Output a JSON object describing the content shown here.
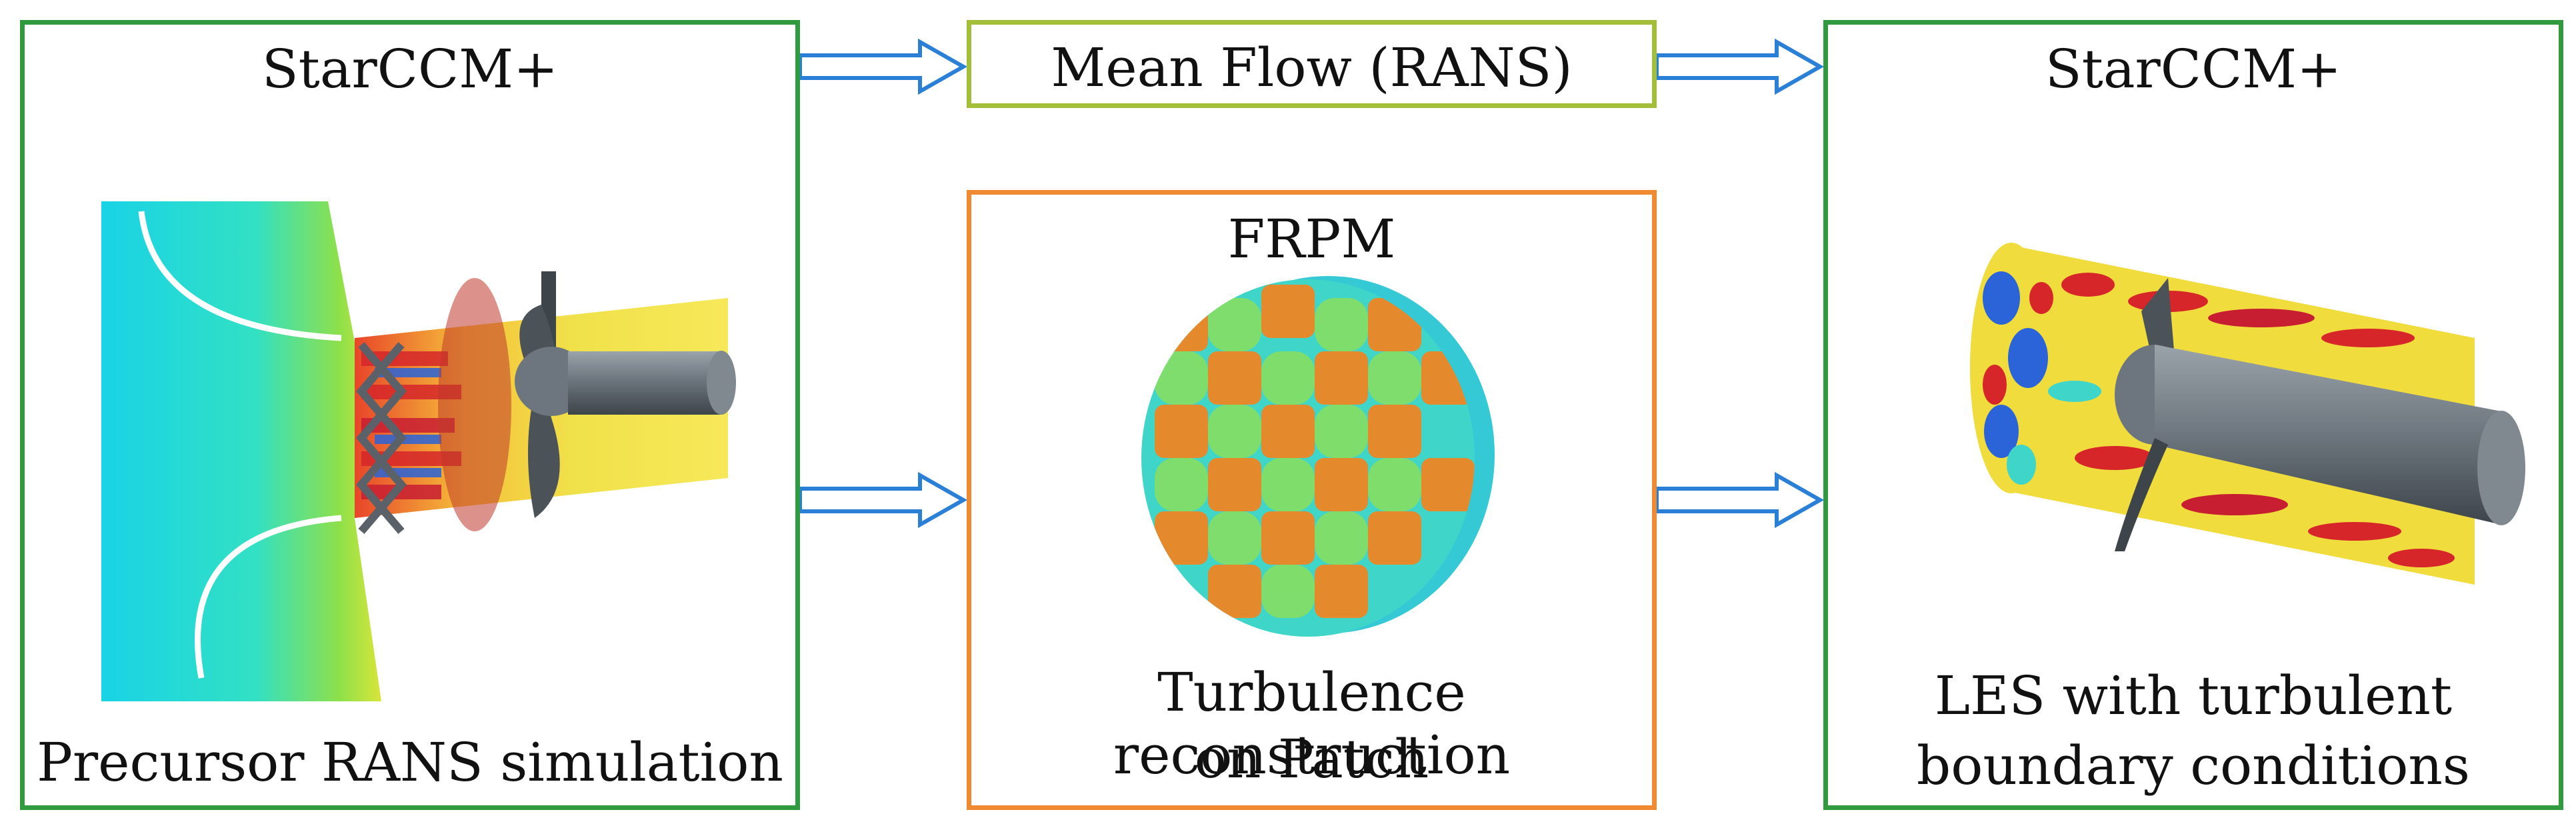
{
  "left_box": {
    "title": "StarCCM+",
    "caption": "Precursor RANS simulation"
  },
  "top_middle_box": {
    "title": "Mean Flow (RANS)"
  },
  "center_box": {
    "title": "FRPM",
    "caption_line1": "Turbulence reconstruction",
    "caption_line2": "on Patch"
  },
  "right_box": {
    "title": "StarCCM+",
    "caption_line1": "LES with turbulent",
    "caption_line2": "boundary conditions"
  },
  "colors": {
    "box_green": "#2f9a3e",
    "box_lime": "#a3bf3a",
    "box_orange": "#ef8a32",
    "arrow_blue": "#2a7fd6"
  }
}
